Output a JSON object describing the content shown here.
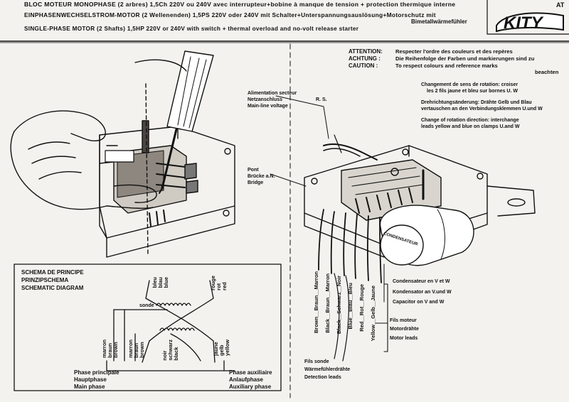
{
  "header": {
    "line_fr": "BLOC MOTEUR MONOPHASE (2 arbres) 1,5Ch 220V ou 240V avec interrupteur+bobine à manque de tension + protection thermique interne",
    "line_de": "EINPHASENWECHSELSTROM-MOTOR (2 Wellenenden) 1,5PS 220V oder 240V mit Schalter+Unterspannungsauslösung+Motorschutz mit",
    "line_de_2": "Bimetallwärmefühler",
    "line_en": "SINGLE-PHASE MOTOR (2 Shafts) 1,5HP 220V or 240V with switch + thermal overload and no-volt release starter"
  },
  "logo": {
    "text": "KITY",
    "superscript": "AT"
  },
  "attention": {
    "labels": [
      "ATTENTION:",
      "ACHTUNG :",
      "CAUTION :"
    ],
    "texts": [
      "Respecter l'ordre des couleurs et des repères",
      "Die Reihenfolge der Farben und markierungen sind zu",
      "To respect colours and reference marks"
    ],
    "beachten": "beachten"
  },
  "rotation": {
    "fr_1": "Changement de sens de rotation: croiser",
    "fr_2": "les 2 fils jaune et bleu sur bornes U. W",
    "de_1": "Drehrichtungsänderung: Drähte Gelb und Blau",
    "de_2": "vertauschen an den Verbindungsklemmen U.und W",
    "en_1": "Change of rotation direction: interchange",
    "en_2": "leads yellow and blue on clamps U.and W"
  },
  "alimentation": {
    "fr": "Alimentation secteur",
    "de": "Netzanschluss",
    "en": "Main-line voltage",
    "rs": "R. S."
  },
  "pont": {
    "fr": "Pont",
    "de": "Brücke a.N.",
    "en": "Bridge"
  },
  "condensateur_label": "CONDENSATEUR",
  "condensateur": {
    "fr": "Condensateur en V et W",
    "de": "Kondensator an V.und W",
    "en": "Capacitor on V and W"
  },
  "fils_moteur": {
    "fr": "Fils moteur",
    "de": "Motordrähte",
    "en": "Motor leads"
  },
  "fils_sonde": {
    "fr": "Fils sonde",
    "de": "Wärmefühlerdrähte",
    "en": "Detection leads"
  },
  "wire_labels": [
    "Brown__Braun__Marron",
    "Black__Braun__Marron",
    "Black__Schwarz__Noir",
    "Blue__Blau__Bleu",
    "Red__Rot__Rouge",
    "Yellow__Gelb__Jaune"
  ],
  "schema": {
    "title_fr": "SCHEMA DE PRINCIPE",
    "title_de": "PRINZIPSCHEMA",
    "title_en": "SCHEMATIC DIAGRAM",
    "sonde": "sonde",
    "bleu": "bleu\nblau\nblue",
    "rouge": "rouge\nrot\nred",
    "marron1": "marron\nbraun\nbrown",
    "marron2": "marron\nbraun\nbrown",
    "noir": "noir\nschwarz\nblack",
    "jaune": "jaune\ngelb\nyellow",
    "phase_p_fr": "Phase principale",
    "phase_p_de": "Hauptphase",
    "phase_p_en": "Main phase",
    "phase_a_fr": "Phase auxiliaire",
    "phase_a_de": "Anlaufphase",
    "phase_a_en": "Auxiliary phase"
  }
}
